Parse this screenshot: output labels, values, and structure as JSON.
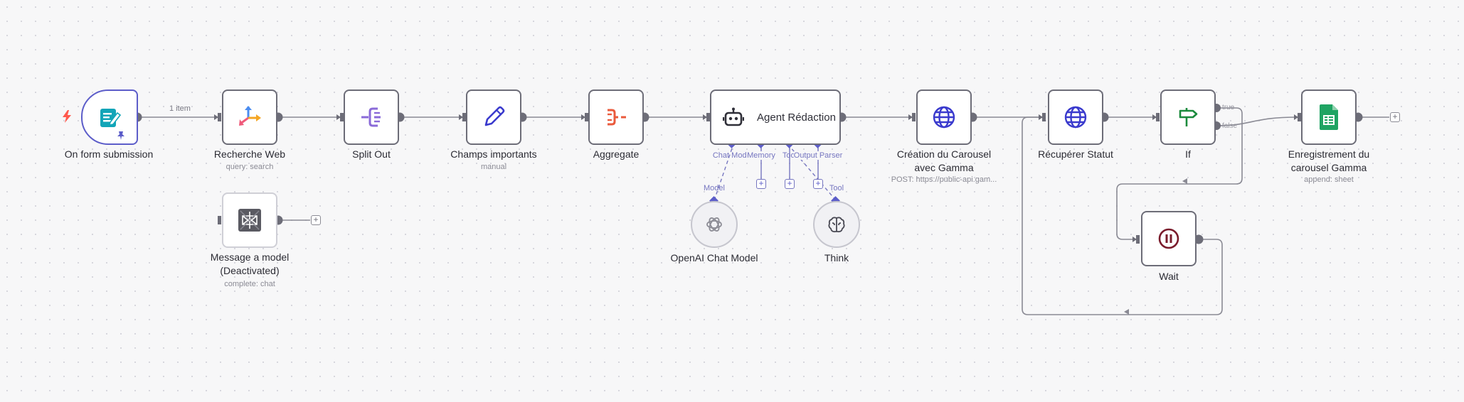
{
  "workflow": {
    "nodes": {
      "form_trigger": {
        "label": "On form submission",
        "icon": "form-icon"
      },
      "web_search": {
        "label": "Recherche Web",
        "sublabel": "query: search",
        "icon": "web-search-icon"
      },
      "split_out": {
        "label": "Split Out",
        "icon": "split-out-icon"
      },
      "important_fields": {
        "label": "Champs importants",
        "sublabel": "manual",
        "icon": "pencil-icon"
      },
      "aggregate": {
        "label": "Aggregate",
        "icon": "aggregate-icon"
      },
      "agent": {
        "label": "Agent Rédaction",
        "icon": "robot-icon"
      },
      "create_carousel": {
        "label_line1": "Création du Carousel",
        "label_line2": "avec Gamma",
        "sublabel": "POST: https://public-api.gam...",
        "icon": "globe-icon"
      },
      "get_status": {
        "label": "Récupérer Statut",
        "icon": "globe-icon"
      },
      "if_node": {
        "label": "If",
        "icon": "signpost-icon"
      },
      "save_sheet": {
        "label_line1": "Enregistrement du",
        "label_line2": "carousel Gamma",
        "sublabel": "append: sheet",
        "icon": "google-sheets-icon"
      },
      "wait": {
        "label": "Wait",
        "icon": "pause-icon"
      },
      "message_model": {
        "label_line1": "Message a model",
        "label_line2": "(Deactivated)",
        "sublabel": "complete: chat",
        "icon": "perplexity-icon"
      },
      "openai_model": {
        "label": "OpenAI Chat Model",
        "icon": "openai-icon"
      },
      "think": {
        "label": "Think",
        "icon": "brain-icon"
      }
    },
    "agent_ports": {
      "chat_model": "Chat Model",
      "memory": "Memory",
      "tool": "Tool",
      "output_parser": "Output Parser"
    },
    "sub_ports": {
      "model": "Model",
      "tool": "Tool"
    },
    "edge_labels": {
      "first_edge": "1 item"
    },
    "branch_labels": {
      "true": "true",
      "false": "false"
    },
    "colors": {
      "edge": "#8a8a94",
      "node_border": "#6d6d78",
      "trigger_border": "#5c5dc9",
      "sub_port": "#7676c0",
      "bolt": "#ff5a4e",
      "aggregate": "#ea5a3c",
      "sheets_green": "#1fa463",
      "if_green": "#1a8a3c",
      "globe_blue": "#3a3acd",
      "wait_maroon": "#7a1c2c"
    }
  }
}
